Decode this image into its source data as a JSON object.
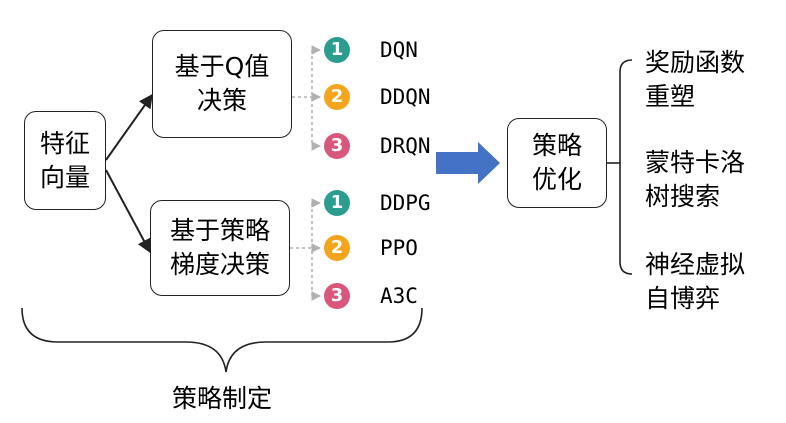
{
  "nodes": {
    "feature_vector": "特征\n向量",
    "q_value": "基于Q值\n决策",
    "policy_gradient": "基于策略\n梯度决策",
    "policy_optimization": "策略\n优化"
  },
  "q_value_methods": [
    {
      "num": "1",
      "label": "DQN"
    },
    {
      "num": "2",
      "label": "DDQN"
    },
    {
      "num": "3",
      "label": "DRQN"
    }
  ],
  "policy_gradient_methods": [
    {
      "num": "1",
      "label": "DDPG"
    },
    {
      "num": "2",
      "label": "PPO"
    },
    {
      "num": "3",
      "label": "A3C"
    }
  ],
  "optimization_methods": [
    "奖励函数\n重塑",
    "蒙特卡洛\n树搜索",
    "神经虚拟\n自博弈"
  ],
  "bottom_label": "策略制定",
  "colors": {
    "badge_1": "#2a9d8f",
    "badge_2": "#f4a51c",
    "badge_3": "#d9577a",
    "arrow": "#4472c4"
  }
}
